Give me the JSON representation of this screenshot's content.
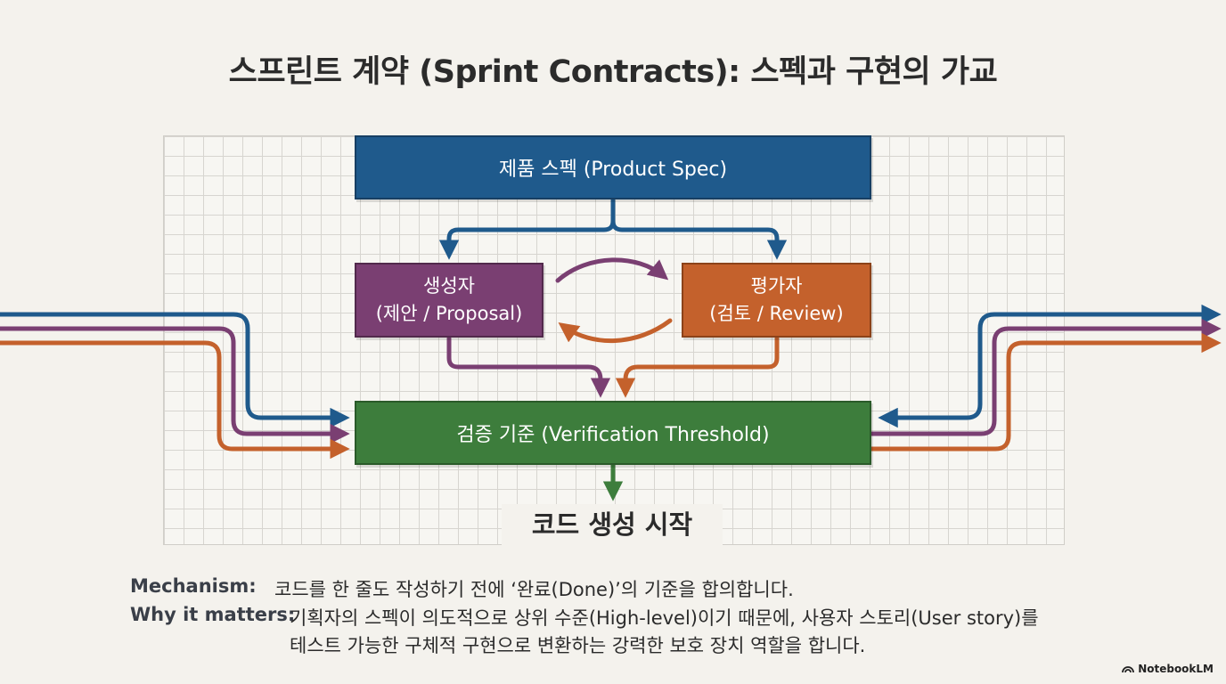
{
  "title": "스프린트 계약 (Sprint Contracts): 스펙과 구현의 가교",
  "diagram": {
    "spec_label": "제품 스펙 (Product Spec)",
    "generator_line1": "생성자",
    "generator_line2": "(제안 / Proposal)",
    "evaluator_line1": "평가자",
    "evaluator_line2": "(검토 / Review)",
    "verification_label": "검증 기준 (Verification Threshold)",
    "start_label": "코드 생성 시작"
  },
  "notes": {
    "mechanism_label": "Mechanism:",
    "mechanism_text": "코드를 한 줄도 작성하기 전에 ‘완료(Done)’의 기준을 합의합니다.",
    "why_label": "Why it matters:",
    "why_text_line1": "기획자의 스펙이 의도적으로 상위 수준(High-level)이기 때문에, 사용자 스토리(User story)를",
    "why_text_line2": "테스트 가능한 구체적 구현으로 변환하는 강력한 보호 장치 역할을 합니다."
  },
  "brand": "NotebookLM",
  "colors": {
    "spec": "#1f5a8c",
    "generator": "#7a3f72",
    "evaluator": "#c4612c",
    "verification": "#3d7d3c"
  }
}
